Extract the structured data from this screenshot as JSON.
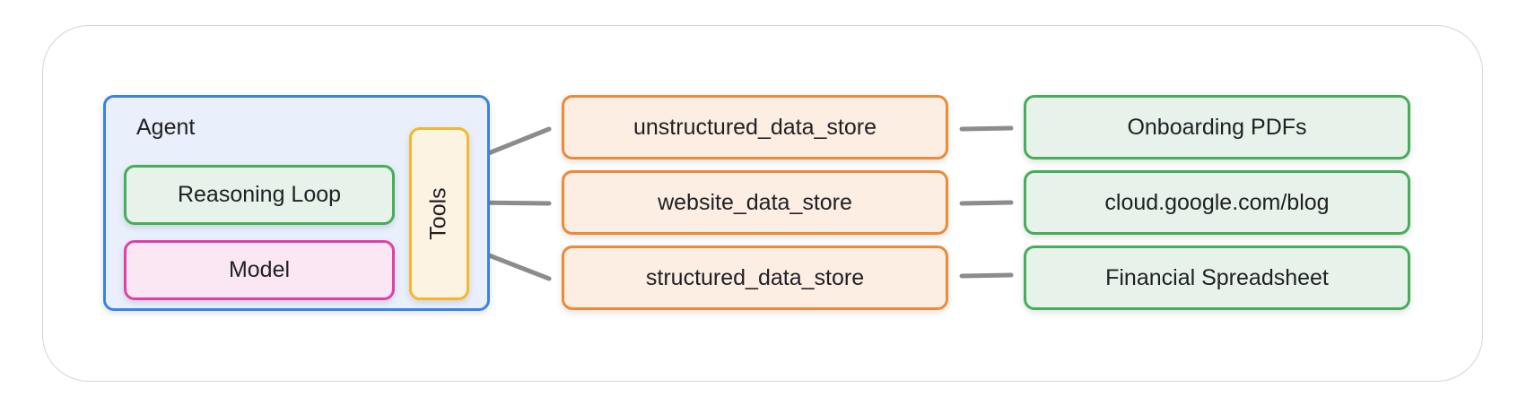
{
  "agent": {
    "label": "Agent",
    "reasoning_loop_label": "Reasoning Loop",
    "model_label": "Model",
    "tools_label": "Tools"
  },
  "data_stores": [
    {
      "label": "unstructured_data_store"
    },
    {
      "label": "website_data_store"
    },
    {
      "label": "structured_data_store"
    }
  ],
  "sources": [
    {
      "label": "Onboarding PDFs"
    },
    {
      "label": "cloud.google.com/blog"
    },
    {
      "label": "Financial Spreadsheet"
    }
  ],
  "colors": {
    "agent_border": "#3b82e6",
    "green_border": "#46ad5a",
    "pink_border": "#e040a6",
    "yellow_border": "#f4b82a",
    "orange_border": "#ec8a35",
    "connector": "#8a8c8e"
  }
}
